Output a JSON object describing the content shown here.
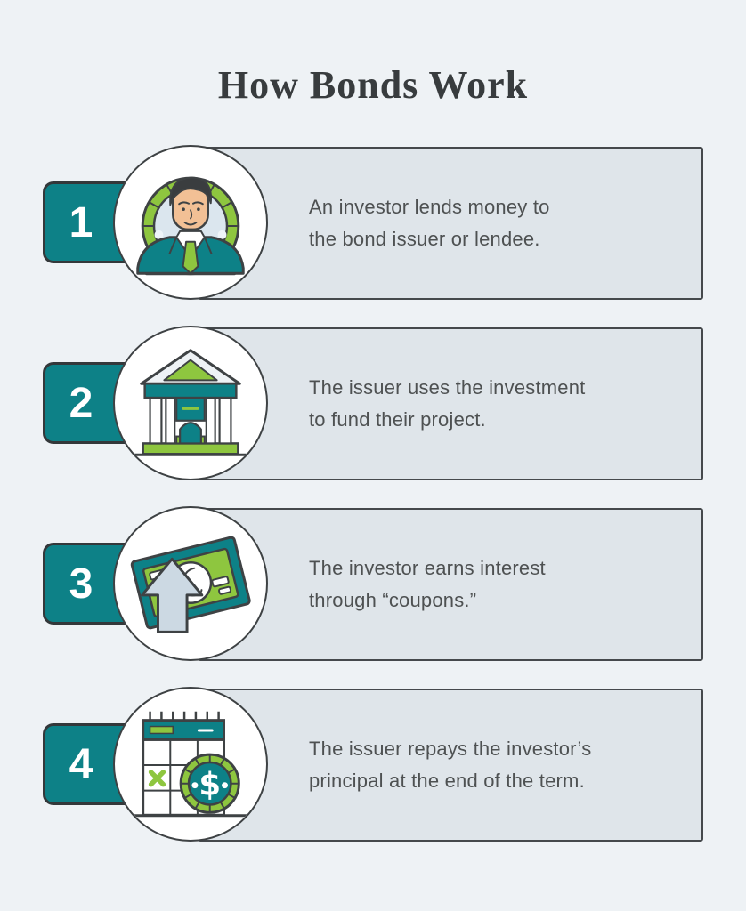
{
  "title": "How Bonds Work",
  "colors": {
    "background": "#eef2f5",
    "card_fill": "#dfe5ea",
    "card_border": "#45494c",
    "teal": "#0d8187",
    "green": "#8ec63f",
    "outline_dark": "#3e4244",
    "body_text": "#4e5152",
    "title_text": "#383c3e",
    "arrow_blue": "#ccd9e3",
    "number_text": "#ffffff"
  },
  "steps": [
    {
      "number": "1",
      "icon": "investor-icon",
      "lines": [
        "An investor lends money to",
        "the bond issuer or lendee."
      ]
    },
    {
      "number": "2",
      "icon": "bank-icon",
      "lines": [
        "The issuer uses the investment",
        "to fund their project."
      ]
    },
    {
      "number": "3",
      "icon": "money-coupon-icon",
      "lines": [
        "The investor earns interest",
        "through “coupons.”"
      ]
    },
    {
      "number": "4",
      "icon": "calendar-coin-icon",
      "lines": [
        "The issuer repays the investor’s",
        "principal at the end of the term."
      ]
    }
  ]
}
